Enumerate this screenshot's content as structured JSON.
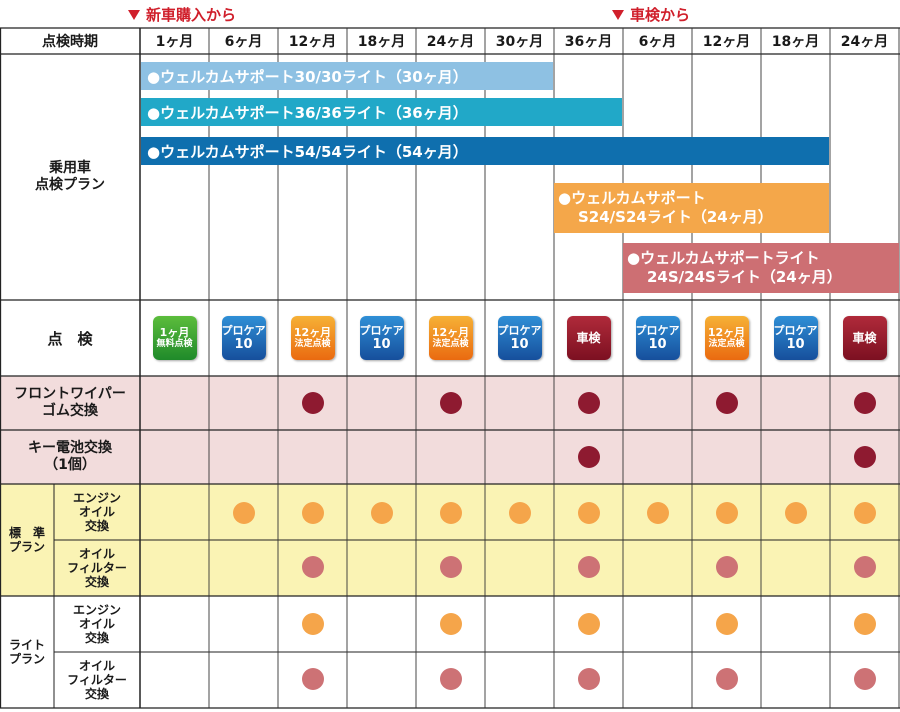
{
  "markers": {
    "new_car": "新車購入から",
    "inspection": "車検から"
  },
  "header": {
    "row_label": "点検時期",
    "periods": [
      "1ヶ月",
      "6ヶ月",
      "12ヶ月",
      "18ヶ月",
      "24ヶ月",
      "30ヶ月",
      "36ヶ月",
      "6ヶ月",
      "12ヶ月",
      "18ヶ月",
      "24ヶ月"
    ]
  },
  "plans": {
    "row_label": "乗用車\n点検プラン",
    "bars": [
      {
        "line1": "●ウェルカムサポート30/30ライト（30ヶ月）",
        "line2": "",
        "color": "#8ec1e3"
      },
      {
        "line1": "●ウェルカムサポート36/36ライト（36ヶ月）",
        "line2": "",
        "color": "#21a8c8"
      },
      {
        "line1": "●ウェルカムサポート54/54ライト（54ヶ月）",
        "line2": "",
        "color": "#0f6fae"
      },
      {
        "line1": "●ウェルカムサポート",
        "line2": "S24/S24ライト（24ヶ月）",
        "color": "#f4a74a"
      },
      {
        "line1": "●ウェルカムサポートライト",
        "line2": "24S/24Sライト（24ヶ月）",
        "color": "#cd6f73"
      }
    ]
  },
  "inspection": {
    "row_label": "点　検",
    "badges": [
      {
        "top": "1ヶ月",
        "bottom": "無料点検",
        "kind": "green"
      },
      {
        "top": "プロケア",
        "bottom": "10",
        "kind": "blue"
      },
      {
        "top": "12ヶ月",
        "bottom": "法定点検",
        "kind": "orange"
      },
      {
        "top": "プロケア",
        "bottom": "10",
        "kind": "blue"
      },
      {
        "top": "12ヶ月",
        "bottom": "法定点検",
        "kind": "orange"
      },
      {
        "top": "プロケア",
        "bottom": "10",
        "kind": "blue"
      },
      {
        "top": "車検",
        "bottom": "",
        "kind": "red"
      },
      {
        "top": "プロケア",
        "bottom": "10",
        "kind": "blue"
      },
      {
        "top": "12ヶ月",
        "bottom": "法定点検",
        "kind": "orange"
      },
      {
        "top": "プロケア",
        "bottom": "10",
        "kind": "blue"
      },
      {
        "top": "車検",
        "bottom": "",
        "kind": "red"
      }
    ]
  },
  "rows": {
    "wiper": {
      "label": "フロントワイパー\nゴム交換",
      "cols": [
        2,
        4,
        6,
        8,
        10
      ]
    },
    "battery": {
      "label": "キー電池交換\n（1個）",
      "cols": [
        6,
        10
      ]
    },
    "standard": {
      "group_label": "標　準\nプラン",
      "oil": {
        "label": "エンジン\nオイル\n交換",
        "cols": [
          1,
          2,
          3,
          4,
          5,
          6,
          7,
          8,
          9,
          10
        ]
      },
      "filter": {
        "label": "オイル\nフィルター\n交換",
        "cols": [
          2,
          4,
          6,
          8,
          10
        ]
      }
    },
    "light": {
      "group_label": "ライト\nプラン",
      "oil": {
        "label": "エンジン\nオイル\n交換",
        "cols": [
          2,
          4,
          6,
          8,
          10
        ]
      },
      "filter": {
        "label": "オイル\nフィルター\n交換",
        "cols": [
          2,
          4,
          6,
          8,
          10
        ]
      }
    }
  },
  "colors": {
    "wiper_bg": "#f2dcdc",
    "standard_bg": "#faf3b4",
    "dot_dark": "#8e1a30",
    "dot_orange": "#f5a54a",
    "dot_pink": "#cd7275"
  }
}
